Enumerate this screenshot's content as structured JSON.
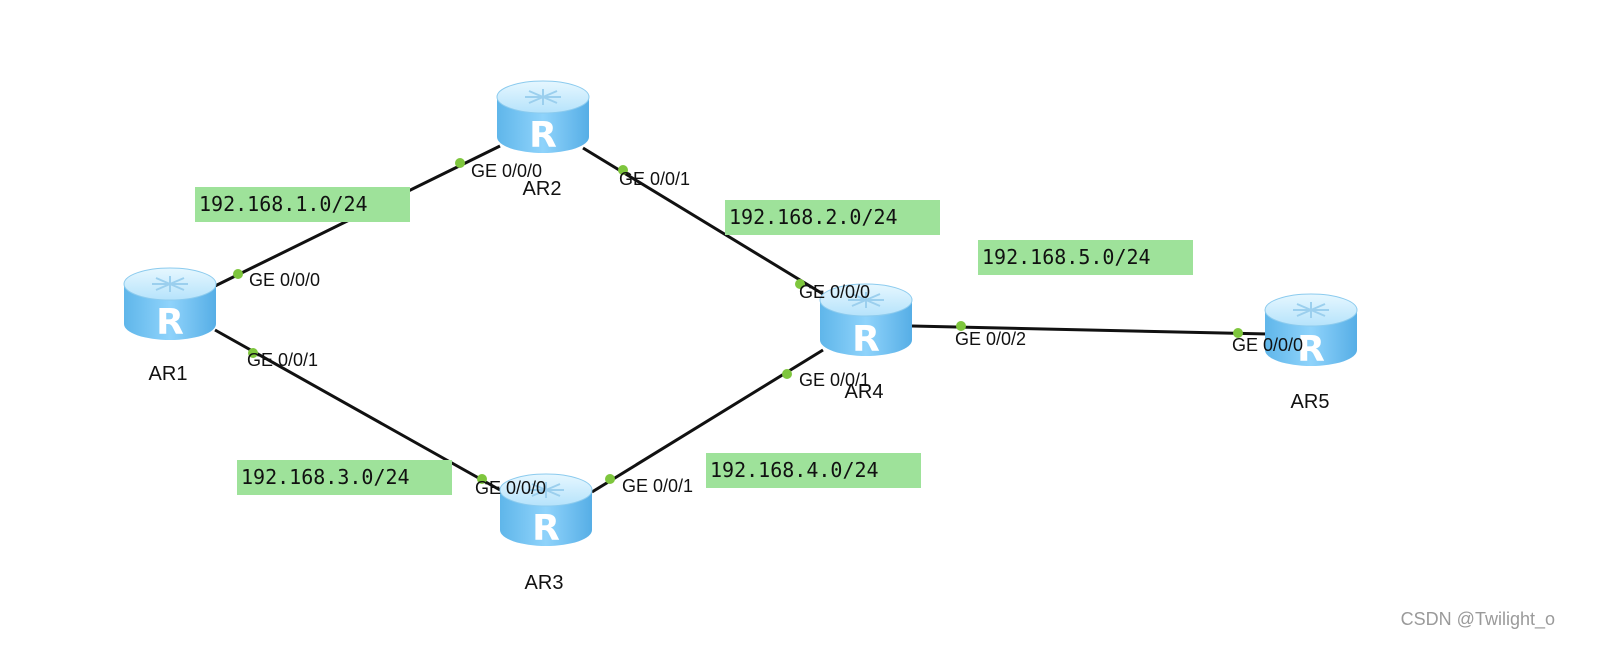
{
  "routers": [
    {
      "id": "AR1",
      "name": "AR1"
    },
    {
      "id": "AR2",
      "name": "AR2"
    },
    {
      "id": "AR3",
      "name": "AR3"
    },
    {
      "id": "AR4",
      "name": "AR4"
    },
    {
      "id": "AR5",
      "name": "AR5"
    }
  ],
  "router_glyph": "R",
  "links": [
    {
      "from": "AR1",
      "from_port": "GE 0/0/0",
      "to": "AR2",
      "to_port": "GE 0/0/0",
      "network": "192.168.1.0/24"
    },
    {
      "from": "AR2",
      "from_port": "GE 0/0/1",
      "to": "AR4",
      "to_port": "GE 0/0/0",
      "network": "192.168.2.0/24"
    },
    {
      "from": "AR1",
      "from_port": "GE 0/0/1",
      "to": "AR3",
      "to_port": "GE 0/0/0",
      "network": "192.168.3.0/24"
    },
    {
      "from": "AR3",
      "from_port": "GE 0/0/1",
      "to": "AR4",
      "to_port": "GE 0/0/1",
      "network": "192.168.4.0/24"
    },
    {
      "from": "AR4",
      "from_port": "GE 0/0/2",
      "to": "AR5",
      "to_port": "GE 0/0/0",
      "network": "192.168.5.0/24"
    }
  ],
  "watermark": "CSDN @Twilight_o",
  "colors": {
    "router_top": "#c9ecff",
    "router_body": "#74c4f2",
    "port_dot": "#7ec63d",
    "network_label_bg": "#9ee29a",
    "link": "#111111"
  }
}
